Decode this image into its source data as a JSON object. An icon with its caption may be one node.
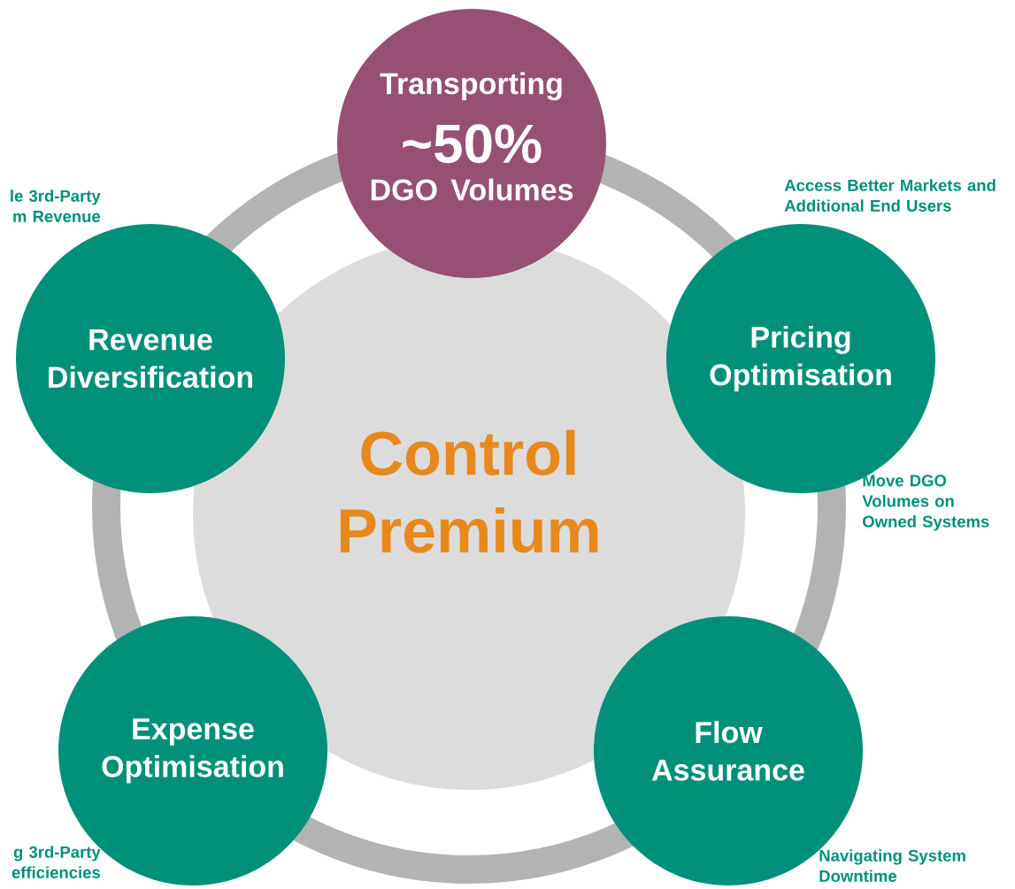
{
  "diagram": {
    "nodes": [
      {
        "text": [
          "Control Premium"
        ]
      },
      {
        "text": [
          "Transporting",
          "~50%",
          "DGO Volumes"
        ]
      },
      {
        "text": [
          "Revenue Diversification"
        ],
        "beside": [
          "le 3rd-Party m Revenue"
        ]
      },
      {
        "text": [
          "Pricing Optimisation"
        ],
        "beside": [
          "Access Better Markets and Additional End Users"
        ]
      },
      {
        "text": [
          "Expense Optimisation"
        ],
        "beside": [
          "g 3rd-Party efficiencies"
        ]
      },
      {
        "text": [
          "Flow Assurance"
        ],
        "beside": [
          "Navigating System Downtime"
        ]
      }
    ],
    "labels": [
      "Move DGO Volumes on Owned Systems"
    ]
  }
}
